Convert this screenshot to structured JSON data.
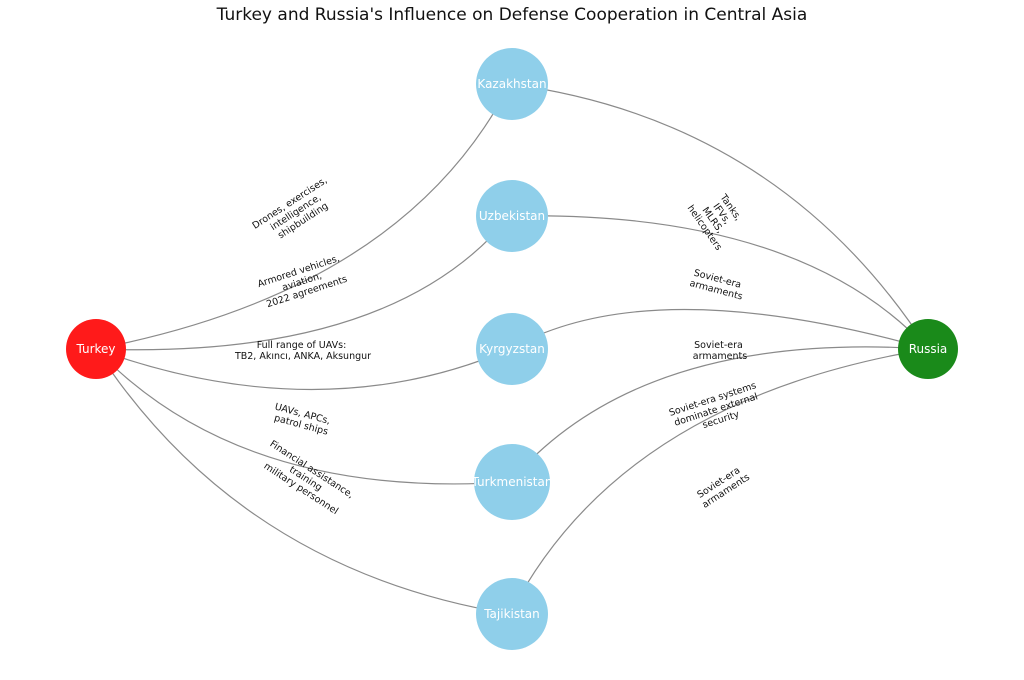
{
  "title": "Turkey and Russia's Influence on Defense Cooperation in Central Asia",
  "colors": {
    "turkey": "#ff1a1a",
    "russia": "#1a8a1a",
    "country": "#8fcfea",
    "edge": "#8a8a8a"
  },
  "nodes": {
    "turkey": "Turkey",
    "russia": "Russia",
    "kazakhstan": "Kazakhstan",
    "uzbekistan": "Uzbekistan",
    "kyrgyzstan": "Kyrgyzstan",
    "turkmenistan": "Turkmenistan",
    "tajikistan": "Tajikistan"
  },
  "edges": [
    {
      "from": "Turkey",
      "to": "Kazakhstan",
      "label": [
        "Drones, exercises,",
        "intelligence,",
        "shipbuilding"
      ]
    },
    {
      "from": "Turkey",
      "to": "Uzbekistan",
      "label": [
        "Armored vehicles,",
        "aviation,",
        "2022 agreements"
      ]
    },
    {
      "from": "Turkey",
      "to": "Kyrgyzstan",
      "label": [
        "Full range of UAVs:",
        "TB2, Akıncı, ANKA, Aksungur"
      ]
    },
    {
      "from": "Turkey",
      "to": "Turkmenistan",
      "label": [
        "UAVs, APCs,",
        "patrol ships"
      ]
    },
    {
      "from": "Turkey",
      "to": "Tajikistan",
      "label": [
        "Financial assistance,",
        "training",
        "military personnel"
      ]
    },
    {
      "from": "Russia",
      "to": "Kazakhstan",
      "label": [
        "Tanks,",
        "IFVs,",
        "MLRS,",
        "helicopters"
      ]
    },
    {
      "from": "Russia",
      "to": "Uzbekistan",
      "label": [
        "Soviet-era",
        "armaments"
      ]
    },
    {
      "from": "Russia",
      "to": "Kyrgyzstan",
      "label": [
        "Soviet-era",
        "armaments"
      ]
    },
    {
      "from": "Russia",
      "to": "Turkmenistan",
      "label": [
        "Soviet-era systems",
        "dominate external",
        "security"
      ]
    },
    {
      "from": "Russia",
      "to": "Tajikistan",
      "label": [
        "Soviet-era",
        "armaments"
      ]
    }
  ]
}
